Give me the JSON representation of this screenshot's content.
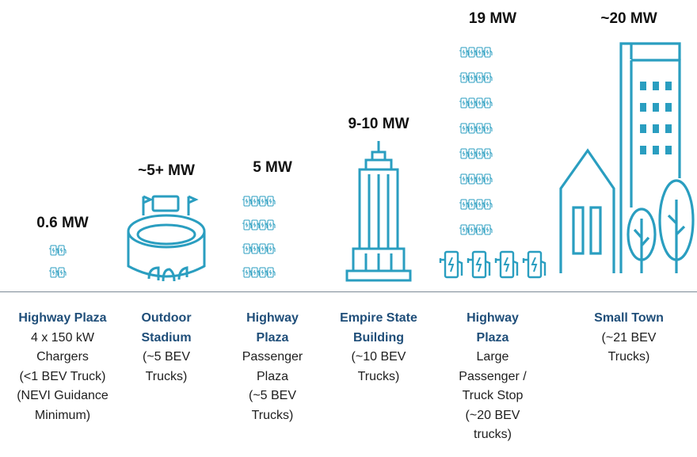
{
  "colors": {
    "accent": "#2a9ec0",
    "label": "#1f4e79",
    "text": "#1e1e1e",
    "baseline": "#7c8a96"
  },
  "columns": [
    {
      "power": "0.6 MW",
      "name": "Highway Plaza",
      "description": "4 x 150 kW\nChargers\n(<1 BEV Truck)\n(NEVI Guidance\nMinimum)",
      "icon": "ev-charger-icons"
    },
    {
      "power": "~5+ MW",
      "name": "Outdoor\nStadium",
      "description": "(~5 BEV\nTrucks)",
      "icon": "stadium-icon"
    },
    {
      "power": "5 MW",
      "name": "Highway\nPlaza",
      "description": "Passenger\nPlaza\n(~5 BEV\nTrucks)",
      "icon": "ev-charger-grid-icon"
    },
    {
      "power": "9-10 MW",
      "name": "Empire State\nBuilding",
      "description": "(~10 BEV\nTrucks)",
      "icon": "skyscraper-icon"
    },
    {
      "power": "19 MW",
      "name": "Highway\nPlaza",
      "description": "Large\nPassenger /\nTruck Stop\n(~20 BEV\ntrucks)",
      "icon": "truck-stop-charger-icon"
    },
    {
      "power": "~20 MW",
      "name": "Small Town",
      "description": "(~21  BEV\nTrucks)",
      "icon": "small-town-icon"
    }
  ]
}
